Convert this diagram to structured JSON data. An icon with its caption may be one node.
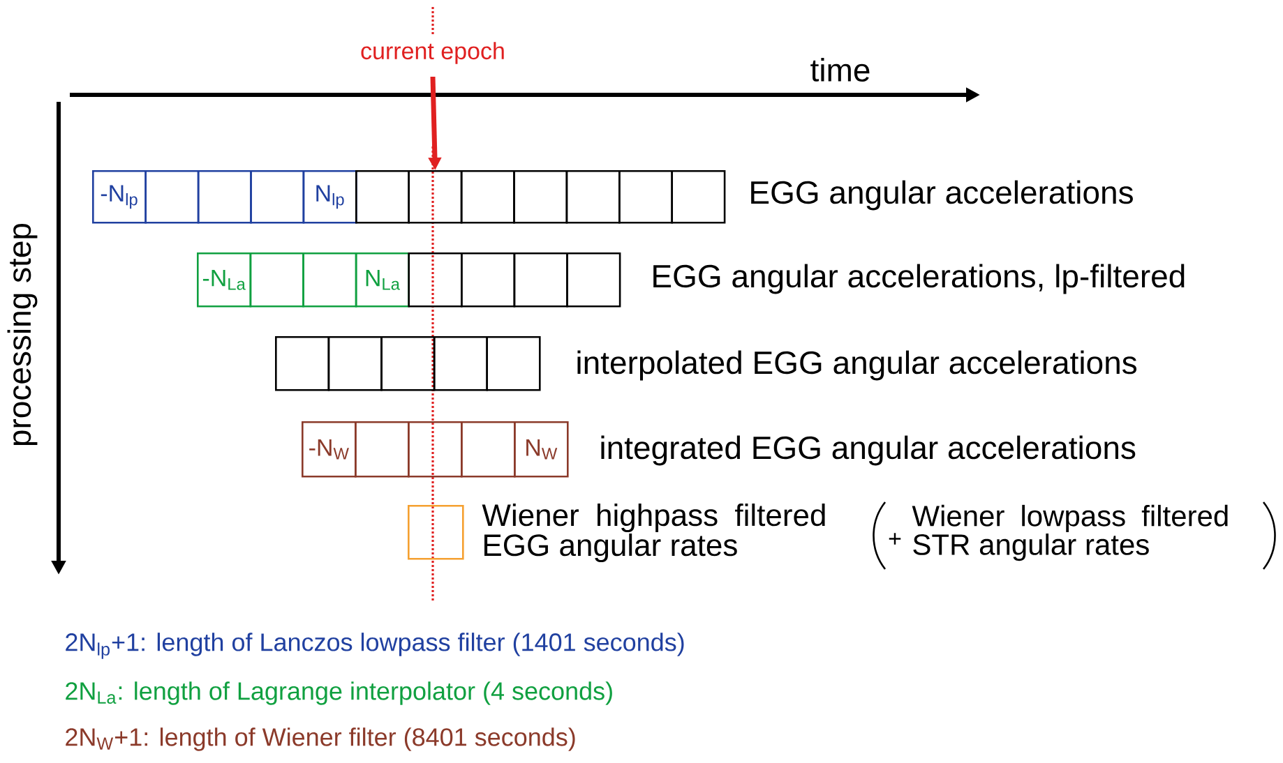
{
  "diagram": {
    "nodes": [
      {
        "text": [
          "-N$_{lp}$"
        ]
      },
      {
        "text": [],
        "shape": "box"
      },
      {
        "text": [],
        "shape": "box"
      },
      {
        "text": [],
        "shape": "box"
      },
      {
        "text": [
          "N$_{lp}$"
        ]
      },
      {
        "text": [],
        "shape": "box"
      },
      {
        "text": [],
        "shape": "box"
      },
      {
        "text": [],
        "shape": "box"
      },
      {
        "text": [],
        "shape": "box"
      },
      {
        "text": [],
        "shape": "box"
      },
      {
        "text": [],
        "shape": "box"
      },
      {
        "text": [],
        "shape": "box"
      },
      {
        "text": [
          "-N$_{La}$"
        ]
      },
      {
        "text": [],
        "shape": "box"
      },
      {
        "text": [],
        "shape": "box"
      },
      {
        "text": [
          "N$_{La}$"
        ]
      },
      {
        "text": [],
        "shape": "box"
      },
      {
        "text": [],
        "shape": "box"
      },
      {
        "text": [],
        "shape": "box"
      },
      {
        "text": [],
        "shape": "box"
      },
      {
        "text": [],
        "shape": "box"
      },
      {
        "text": [],
        "shape": "box"
      },
      {
        "text": [],
        "shape": "box"
      },
      {
        "text": [],
        "shape": "box"
      },
      {
        "text": [],
        "shape": "box"
      },
      {
        "text": [
          "-N$_{W}$"
        ]
      },
      {
        "text": [],
        "shape": "box"
      },
      {
        "text": [],
        "shape": "box"
      },
      {
        "text": [],
        "shape": "box"
      },
      {
        "text": [
          "N$_{W}$"
        ]
      },
      {
        "text": [],
        "shape": "box"
      }
    ],
    "edges": [
      {
        "from": null,
        "to": 6,
        "arrow": "to",
        "color": "#e02020"
      }
    ],
    "labels": [
      "current epoch",
      "time",
      "processing step",
      "EGG angular accelerations",
      "EGG angular accelerations, lp-filtered",
      "interpolated EGG angular accelerations",
      "integrated EGG angular accelerations",
      "Wiener highpass filtered EGG angular rates",
      "+",
      "Wiener lowpass filtered STR angular rates",
      "2N$_{lp}$+1: length of Lanczos lowpass filter (1401 seconds)",
      "2N$_{La}$: length of Lagrange interpolator (4 seconds)",
      "2N$_{W}$+1: length of Wiener filter (8401 seconds)"
    ]
  }
}
